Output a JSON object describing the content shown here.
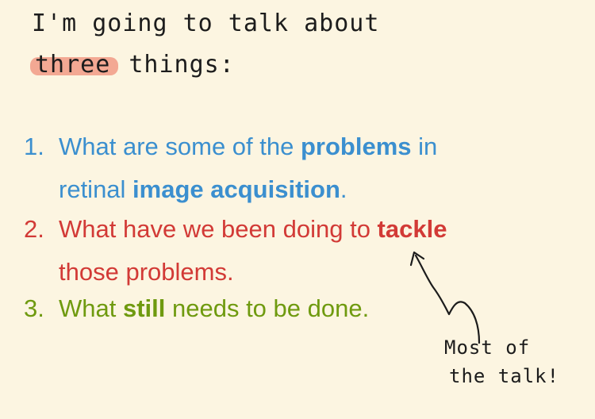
{
  "intro": {
    "line1": "I'm going to talk about",
    "highlighted_word": "three",
    "line2_rest": " things:"
  },
  "items": [
    {
      "number": "1.",
      "line1_a": "What are some of the ",
      "line1_bold": "problems",
      "line1_b": " in",
      "line2_a": "retinal ",
      "line2_bold": "image acquisition",
      "line2_b": ".",
      "color": "#3b8fcf"
    },
    {
      "number": "2.",
      "line1_a": "What have we been doing to ",
      "line1_bold": "tackle",
      "line2": "those problems.",
      "color": "#d23a36"
    },
    {
      "number": "3.",
      "line1_a": "What ",
      "line1_bold": "still",
      "line1_b": " needs to be done.",
      "color": "#6f9a0f"
    }
  ],
  "note": {
    "line1": "Most of",
    "line2": "the talk!"
  },
  "colors": {
    "background": "#fcf5e1",
    "highlight": "#f19a85"
  }
}
